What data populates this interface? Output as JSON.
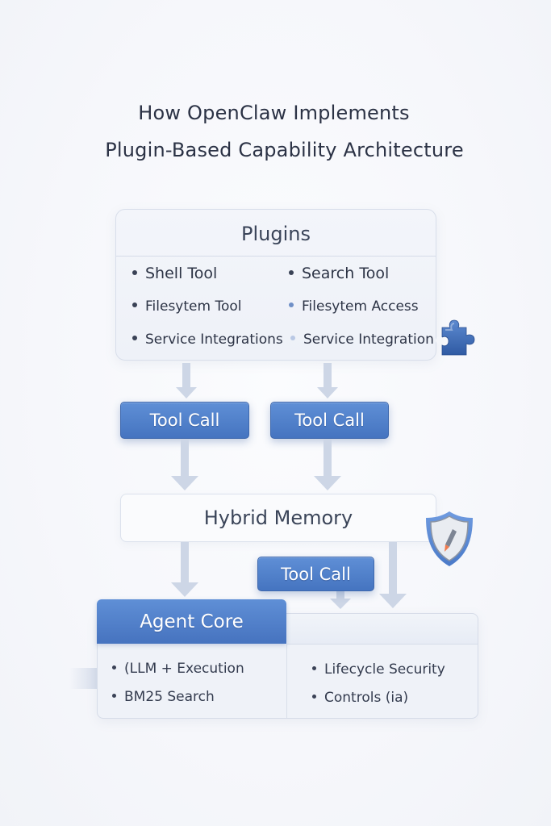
{
  "title": {
    "line1": "How OpenClaw Implements",
    "line2": "Plugin-Based Capability Architecture"
  },
  "plugins": {
    "heading": "Plugins",
    "left_items": [
      "Shell Tool",
      "Filesytem Tool",
      "Service Integrations"
    ],
    "right_items": [
      "Search Tool",
      "Filesytem Access",
      "Service Integration"
    ],
    "icon": "puzzle-piece-icon"
  },
  "tool_calls": {
    "left": "Tool Call",
    "right": "Tool Call",
    "middle": "Tool Call"
  },
  "memory": {
    "label": "Hybrid Memory",
    "icon": "shield-pen-icon"
  },
  "agent_core": {
    "heading": "Agent Core",
    "left_items": [
      "(LLM + Execution",
      "BM25 Search"
    ],
    "right_items": [
      "Lifecycle Security",
      "Controls (ia)"
    ]
  },
  "colors": {
    "accent_blue": "#4f7fcb",
    "arrow": "#cdd6e6",
    "text": "#2c3448"
  }
}
